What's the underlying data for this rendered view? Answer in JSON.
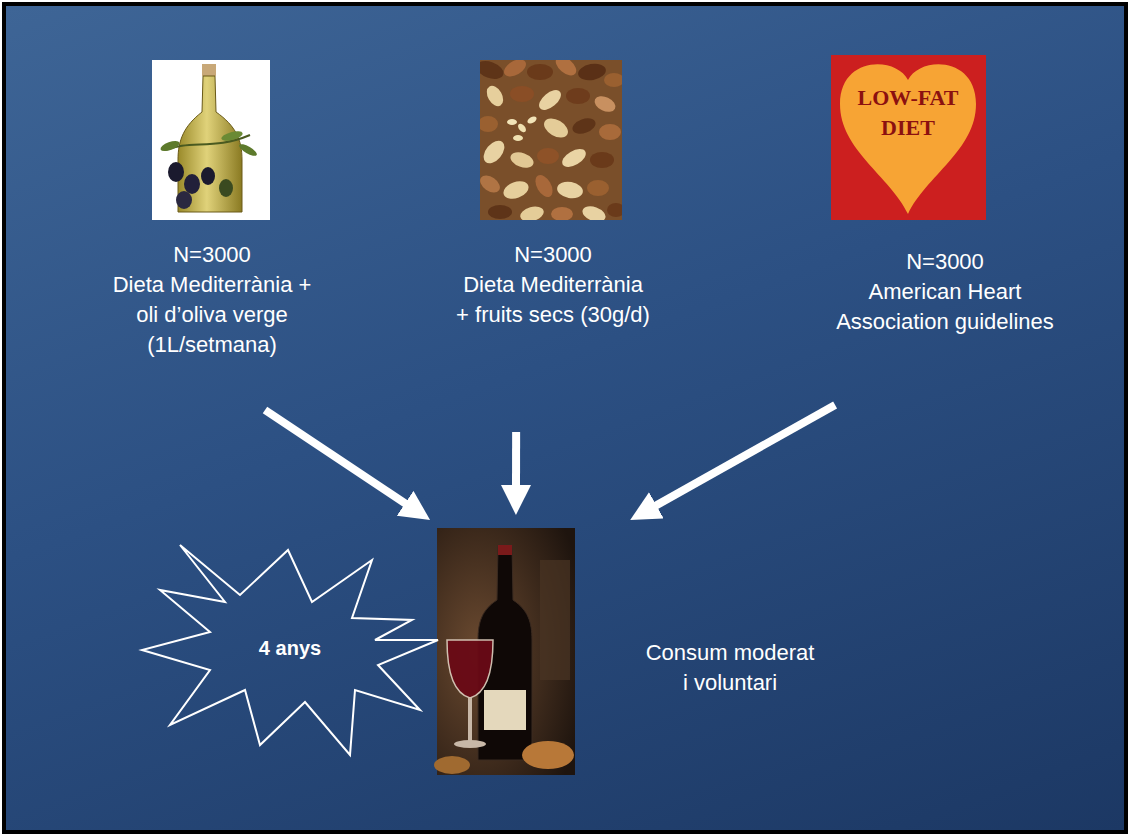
{
  "diagram": {
    "nodes": [
      {
        "text": [
          "N=3000",
          "Dieta Mediterrània + oli d’oliva verge (1L/setmana)"
        ]
      },
      {
        "text": [
          "N=3000",
          "Dieta Mediterrània + fruits secs (30g/d)"
        ]
      },
      {
        "text": [
          "LOW-FAT DIET",
          "N=3000",
          "American Heart Association guidelines"
        ]
      },
      {
        "text": [
          "Consum moderat i voluntari"
        ]
      },
      {
        "text": [
          "4 anys"
        ]
      }
    ],
    "edges": [
      {
        "from": 0,
        "to": 3,
        "arrow": "to"
      },
      {
        "from": 1,
        "to": 3,
        "arrow": "to"
      },
      {
        "from": 2,
        "to": 3,
        "arrow": "to"
      }
    ]
  }
}
